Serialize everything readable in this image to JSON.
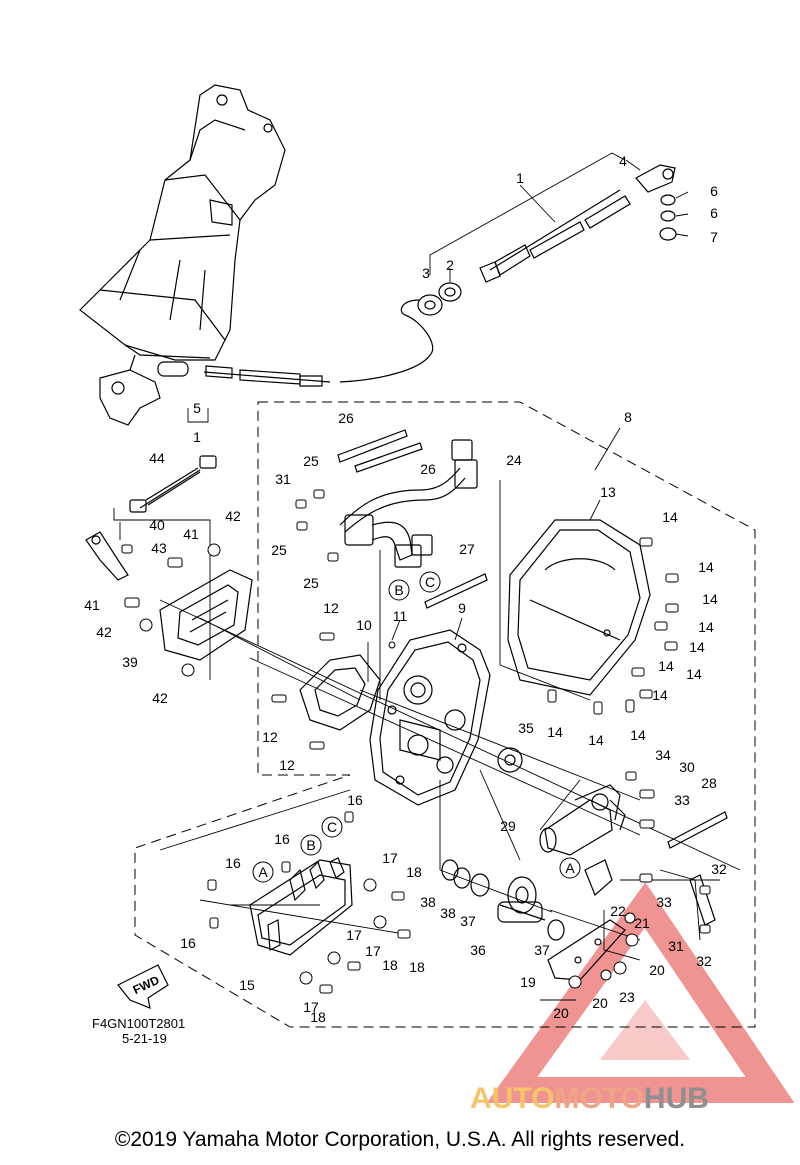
{
  "diagram": {
    "code": "F4GN100T2801",
    "date": "5-21-19",
    "fwd_label": "FWD",
    "callouts": [
      {
        "id": "c1",
        "text": "1"
      },
      {
        "id": "c2",
        "text": "2"
      },
      {
        "id": "c3",
        "text": "3"
      },
      {
        "id": "c4",
        "text": "4"
      },
      {
        "id": "c5",
        "text": "5"
      },
      {
        "id": "c1b",
        "text": "1"
      },
      {
        "id": "c6a",
        "text": "6"
      },
      {
        "id": "c6b",
        "text": "6"
      },
      {
        "id": "c7",
        "text": "7"
      },
      {
        "id": "c8",
        "text": "8"
      },
      {
        "id": "c9",
        "text": "9"
      },
      {
        "id": "c10",
        "text": "10"
      },
      {
        "id": "c11",
        "text": "11"
      },
      {
        "id": "c12a",
        "text": "12"
      },
      {
        "id": "c12b",
        "text": "12"
      },
      {
        "id": "c12c",
        "text": "12"
      },
      {
        "id": "c13",
        "text": "13"
      },
      {
        "id": "c14a",
        "text": "14"
      },
      {
        "id": "c14b",
        "text": "14"
      },
      {
        "id": "c14c",
        "text": "14"
      },
      {
        "id": "c14d",
        "text": "14"
      },
      {
        "id": "c14e",
        "text": "14"
      },
      {
        "id": "c14f",
        "text": "14"
      },
      {
        "id": "c14g",
        "text": "14"
      },
      {
        "id": "c14h",
        "text": "14"
      },
      {
        "id": "c14i",
        "text": "14"
      },
      {
        "id": "c14j",
        "text": "14"
      },
      {
        "id": "c14k",
        "text": "14"
      },
      {
        "id": "c15",
        "text": "15"
      },
      {
        "id": "c16a",
        "text": "16"
      },
      {
        "id": "c16b",
        "text": "16"
      },
      {
        "id": "c16c",
        "text": "16"
      },
      {
        "id": "c16d",
        "text": "16"
      },
      {
        "id": "c17a",
        "text": "17"
      },
      {
        "id": "c17b",
        "text": "17"
      },
      {
        "id": "c17c",
        "text": "17"
      },
      {
        "id": "c17d",
        "text": "17"
      },
      {
        "id": "c18a",
        "text": "18"
      },
      {
        "id": "c18b",
        "text": "18"
      },
      {
        "id": "c18c",
        "text": "18"
      },
      {
        "id": "c18d",
        "text": "18"
      },
      {
        "id": "c19",
        "text": "19"
      },
      {
        "id": "c20a",
        "text": "20"
      },
      {
        "id": "c20b",
        "text": "20"
      },
      {
        "id": "c20c",
        "text": "20"
      },
      {
        "id": "c21",
        "text": "21"
      },
      {
        "id": "c22",
        "text": "22"
      },
      {
        "id": "c23",
        "text": "23"
      },
      {
        "id": "c24",
        "text": "24"
      },
      {
        "id": "c25a",
        "text": "25"
      },
      {
        "id": "c25b",
        "text": "25"
      },
      {
        "id": "c25c",
        "text": "25"
      },
      {
        "id": "c26a",
        "text": "26"
      },
      {
        "id": "c26b",
        "text": "26"
      },
      {
        "id": "c27",
        "text": "27"
      },
      {
        "id": "c28",
        "text": "28"
      },
      {
        "id": "c29",
        "text": "29"
      },
      {
        "id": "c30",
        "text": "30"
      },
      {
        "id": "c31a",
        "text": "31"
      },
      {
        "id": "c31b",
        "text": "31"
      },
      {
        "id": "c32a",
        "text": "32"
      },
      {
        "id": "c32b",
        "text": "32"
      },
      {
        "id": "c33a",
        "text": "33"
      },
      {
        "id": "c33b",
        "text": "33"
      },
      {
        "id": "c34",
        "text": "34"
      },
      {
        "id": "c35",
        "text": "35"
      },
      {
        "id": "c36",
        "text": "36"
      },
      {
        "id": "c37a",
        "text": "37"
      },
      {
        "id": "c37b",
        "text": "37"
      },
      {
        "id": "c38a",
        "text": "38"
      },
      {
        "id": "c38b",
        "text": "38"
      },
      {
        "id": "c39",
        "text": "39"
      },
      {
        "id": "c40",
        "text": "40"
      },
      {
        "id": "c41a",
        "text": "41"
      },
      {
        "id": "c41b",
        "text": "41"
      },
      {
        "id": "c42a",
        "text": "42"
      },
      {
        "id": "c42b",
        "text": "42"
      },
      {
        "id": "c42c",
        "text": "42"
      },
      {
        "id": "c43",
        "text": "43"
      },
      {
        "id": "c44",
        "text": "44"
      }
    ],
    "connector_letters": {
      "A": "A",
      "B": "B",
      "C": "C"
    }
  },
  "watermark": {
    "part1": "AUTO",
    "part2": "MOTO",
    "part3": "HUB"
  },
  "footer": {
    "copyright": "©2019 Yamaha Motor Corporation, U.S.A. All rights reserved."
  },
  "colors": {
    "line": "#000000",
    "watermark_red": "#e23b3b",
    "watermark_yellow": "#f6c56a",
    "watermark_gray": "#8f8f8f"
  }
}
